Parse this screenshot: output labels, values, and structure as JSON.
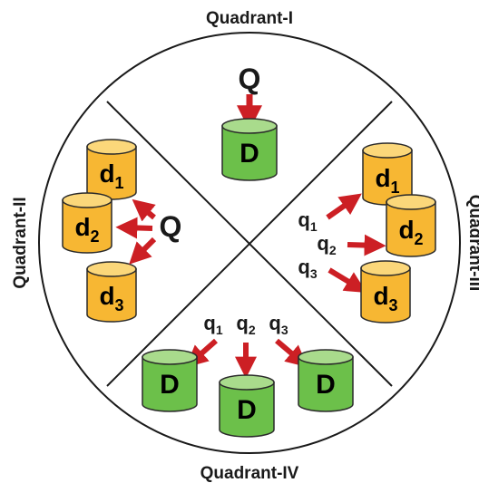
{
  "quadrants": {
    "q1": {
      "label": "Quadrant-I",
      "query": "Q",
      "db": "D"
    },
    "q2": {
      "label": "Quadrant-II",
      "query": "Q",
      "dbs": [
        {
          "main": "d",
          "sub": "1"
        },
        {
          "main": "d",
          "sub": "2"
        },
        {
          "main": "d",
          "sub": "3"
        }
      ]
    },
    "q3": {
      "label": "Quadrant-III",
      "queries": [
        {
          "main": "q",
          "sub": "1"
        },
        {
          "main": "q",
          "sub": "2"
        },
        {
          "main": "q",
          "sub": "3"
        }
      ],
      "dbs": [
        {
          "main": "d",
          "sub": "1"
        },
        {
          "main": "d",
          "sub": "2"
        },
        {
          "main": "d",
          "sub": "3"
        }
      ]
    },
    "q4": {
      "label": "Quadrant-IV",
      "queries": [
        {
          "main": "q",
          "sub": "1"
        },
        {
          "main": "q",
          "sub": "2"
        },
        {
          "main": "q",
          "sub": "3"
        }
      ],
      "dbs": [
        "D",
        "D",
        "D"
      ]
    }
  },
  "colors": {
    "green_fill": "#6cc04a",
    "green_top": "#a9db8c",
    "yellow_fill": "#f7b733",
    "yellow_top": "#fbd77a",
    "arrow": "#cc1f24",
    "outline": "#2a2a2a"
  }
}
